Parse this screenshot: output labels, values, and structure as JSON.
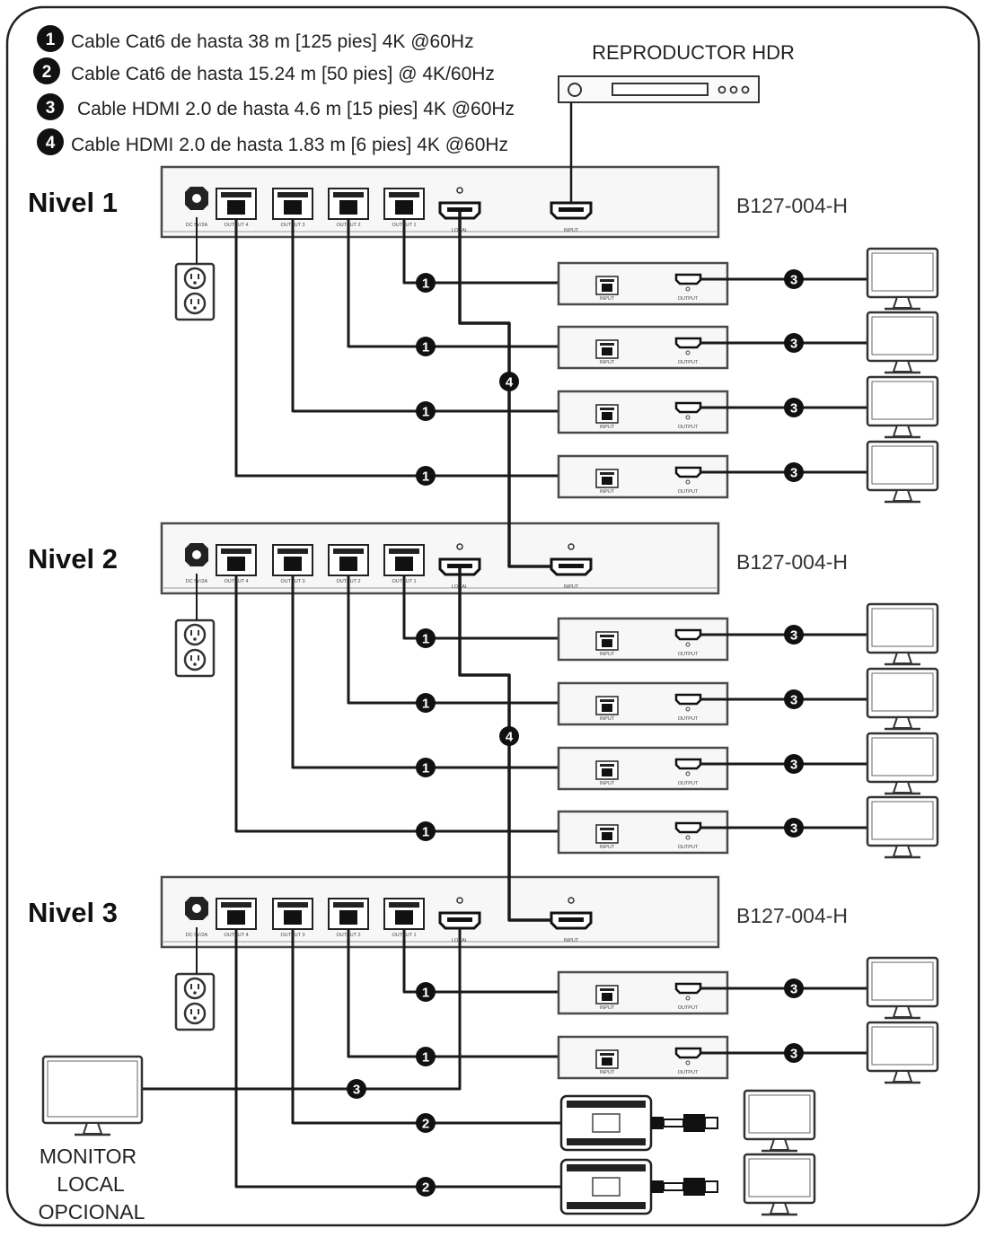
{
  "legend": [
    {
      "num": "1",
      "text": "Cable Cat6 de hasta 38 m [125 pies] 4K @60Hz"
    },
    {
      "num": "2",
      "text": "Cable Cat6 de hasta 15.24 m [50 pies] @ 4K/60Hz"
    },
    {
      "num": "3",
      "text": "Cable HDMI 2.0 de hasta 4.6 m [15 pies] 4K @60Hz"
    },
    {
      "num": "4",
      "text": "Cable HDMI 2.0 de hasta 1.83 m [6 pies] 4K @60Hz"
    }
  ],
  "source_label": "REPRODUCTOR HDR",
  "levels": [
    {
      "label": "Nivel 1",
      "model": "B127-004-H"
    },
    {
      "label": "Nivel 2",
      "model": "B127-004-H"
    },
    {
      "label": "Nivel 3",
      "model": "B127-004-H"
    }
  ],
  "splitter_ports": {
    "power": "DC 5V/2A",
    "outputs": [
      "OUTPUT 4",
      "OUTPUT 3",
      "OUTPUT 2",
      "OUTPUT 1"
    ],
    "local": "LOCAL",
    "input": "INPUT"
  },
  "receiver_ports": {
    "input": "INPUT",
    "output": "OUTPUT"
  },
  "local_monitor_label": [
    "MONITOR",
    "LOCAL",
    "OPCIONAL"
  ],
  "colors": {
    "line": "#1a1a1a",
    "device_fill": "#f7f7f7",
    "device_stroke": "#4a4a4a"
  }
}
